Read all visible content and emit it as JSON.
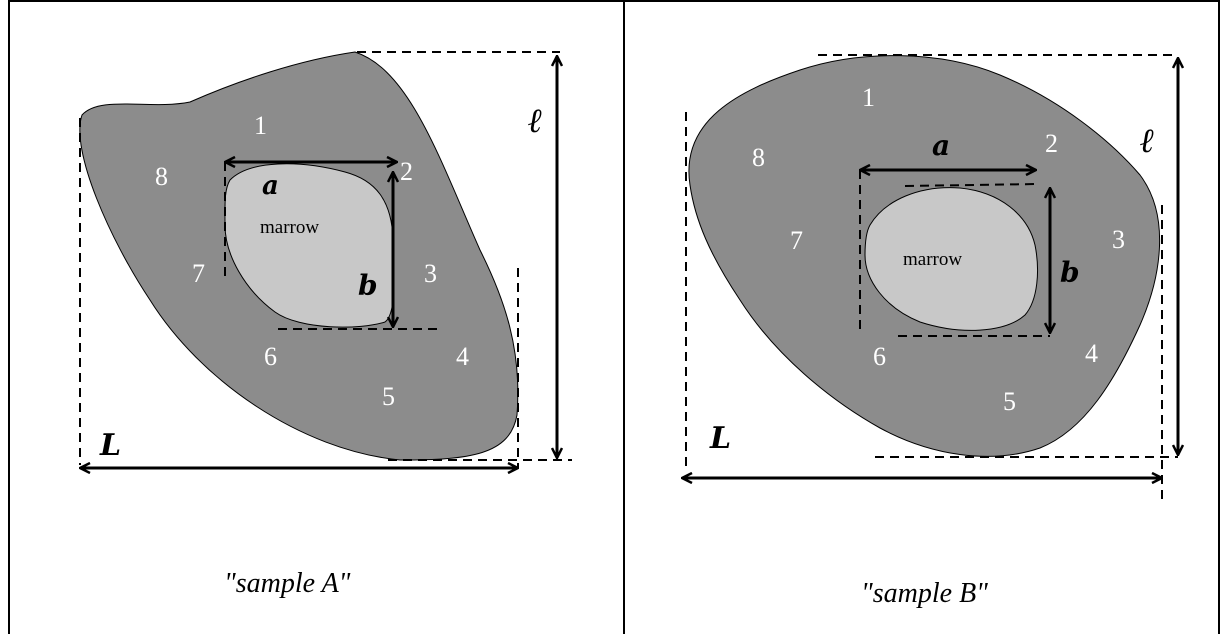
{
  "colors": {
    "bone": "#8c8c8c",
    "marrow": "#c8c8c8",
    "section_numbers": "#ffffff",
    "lines": "#000000"
  },
  "samples": [
    {
      "caption": "\"sample A\"",
      "marrow_label": "marrow",
      "sections": [
        "1",
        "2",
        "3",
        "4",
        "5",
        "6",
        "7",
        "8"
      ],
      "dim_a": "a",
      "dim_b": "b",
      "dim_L": "L",
      "dim_l": "ℓ"
    },
    {
      "caption": "\"sample B\"",
      "marrow_label": "marrow",
      "sections": [
        "1",
        "2",
        "3",
        "4",
        "5",
        "6",
        "7",
        "8"
      ],
      "dim_a": "a",
      "dim_b": "b",
      "dim_L": "L",
      "dim_l": "ℓ"
    }
  ]
}
